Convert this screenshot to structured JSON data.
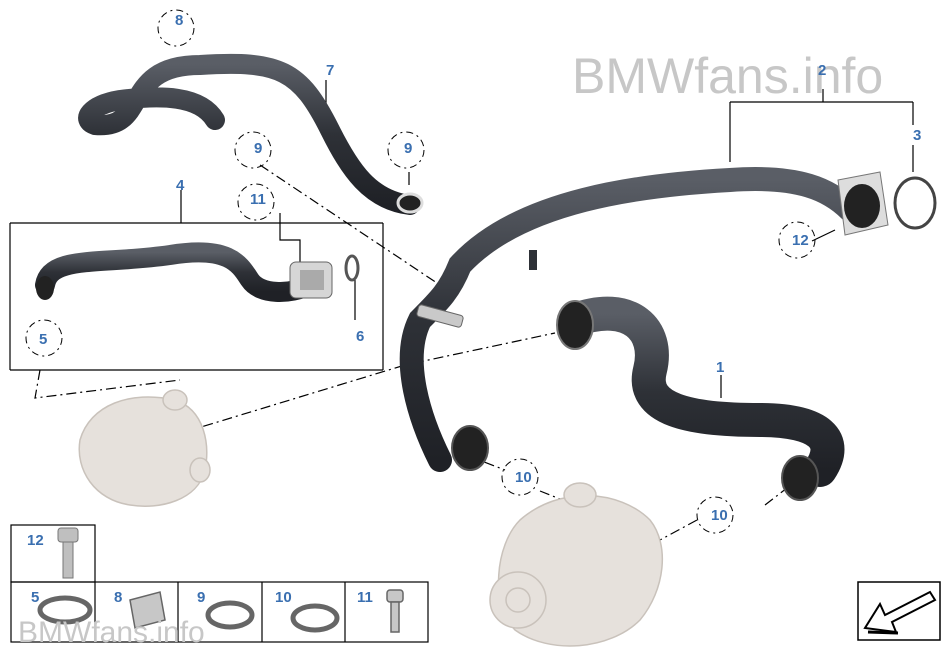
{
  "watermark": {
    "top_text": "BMWfans.info",
    "bottom_text": "BMWfans.info"
  },
  "colors": {
    "callout": "#3a6fb0",
    "hose": "#3b3e45",
    "ghost_part": "#e6e1dc",
    "watermark": "#c7c7c7"
  },
  "callouts": {
    "c1": "1",
    "c2": "2",
    "c3": "3",
    "c4": "4",
    "c5": "5",
    "c6": "6",
    "c7": "7",
    "c8": "8",
    "c9a": "9",
    "c9b": "9",
    "c10a": "10",
    "c10b": "10",
    "c11": "11",
    "c12": "12"
  },
  "legend": {
    "top": "12",
    "cells": [
      "5",
      "8",
      "9",
      "10",
      "11"
    ]
  },
  "icons": {
    "nav": "arrow-down-left-icon"
  }
}
